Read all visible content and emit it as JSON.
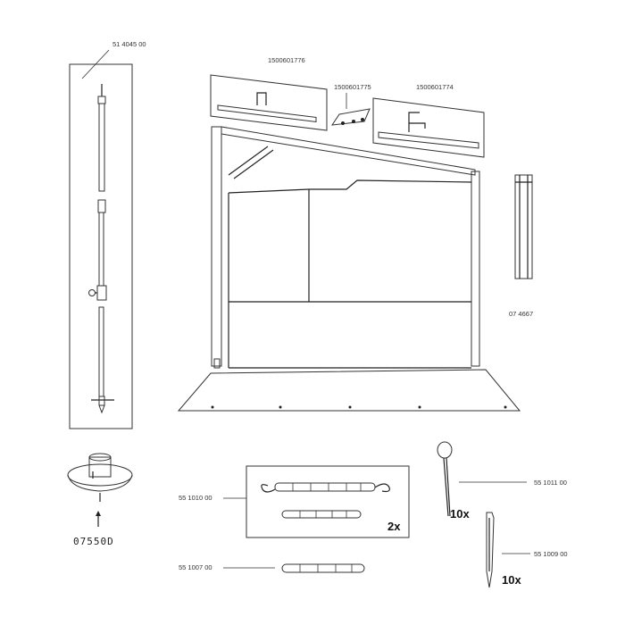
{
  "labels": {
    "pole_kit": "51 4045 00",
    "roof_part_left": "1500601776",
    "connector_part": "1500601775",
    "roof_part_right": "1500601774",
    "side_pole": "07 4667",
    "base_part": "07550D",
    "strap_kit": "55 1010 00",
    "strap_qty": "2x",
    "peg_loop": "55 1011 00",
    "peg_loop_qty": "10x",
    "peg": "55 1009 00",
    "peg_qty": "10x",
    "single_strap": "55 1007 00"
  }
}
